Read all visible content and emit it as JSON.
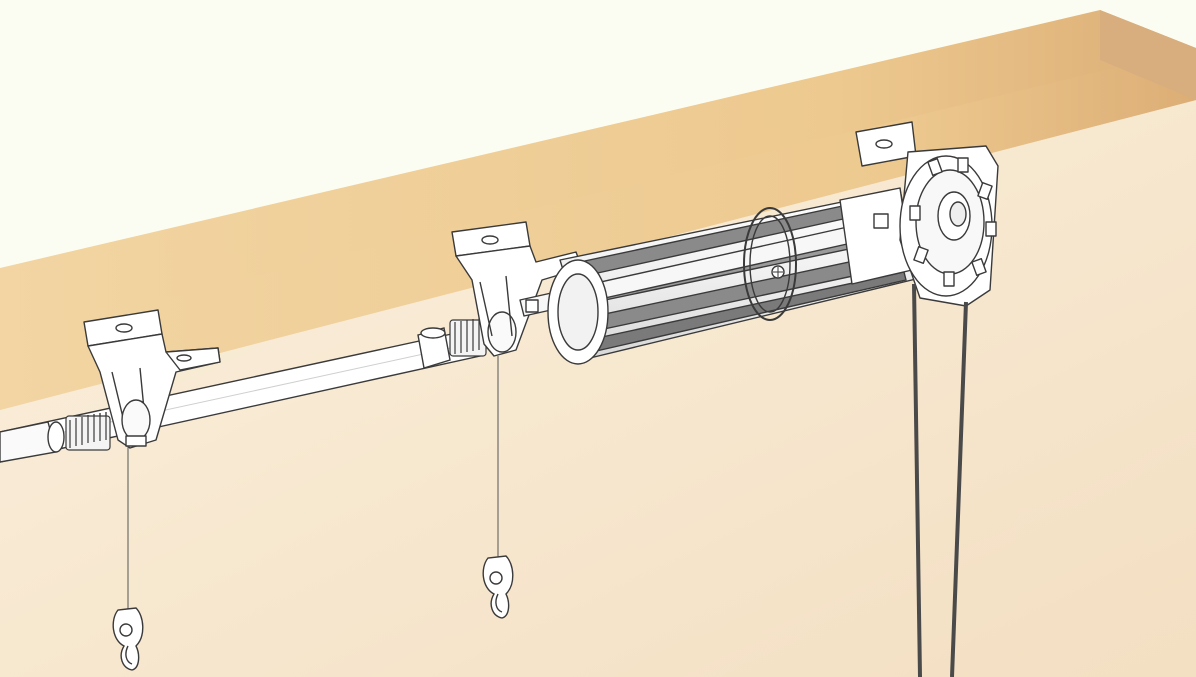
{
  "illustration": {
    "subject": "",
    "components": [
      "head-rail-top",
      "left-bracket",
      "middle-bracket",
      "right-gear-bracket",
      "drive-rod",
      "drum-spool",
      "left-cord-hook",
      "middle-cord-hook",
      "pull-cords"
    ]
  },
  "colors": {
    "background": "#FCFDF2",
    "wall_top": "#FBF0DD",
    "wall_bottom": "#F3DFC2",
    "rail_light": "#F2D5A3",
    "rail_mid": "#EDC98F",
    "rail_dark": "#DCAE76",
    "rail_end": "#D8AE7E",
    "line": "#3a3a3a",
    "hardware": "#FFFFFF",
    "cord": "#4a4a4a"
  }
}
